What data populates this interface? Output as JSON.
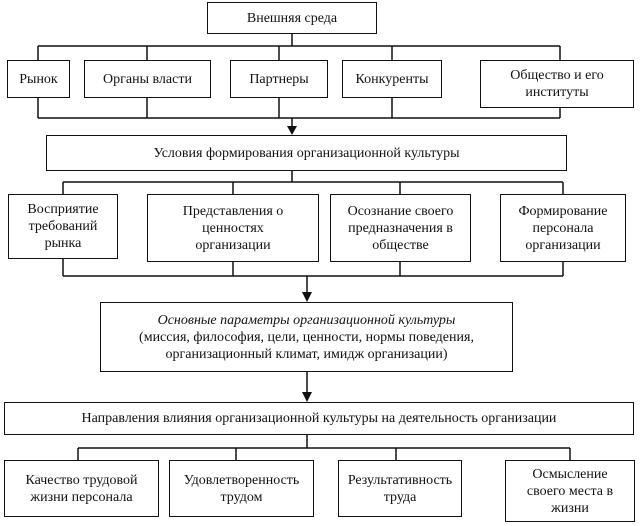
{
  "top": {
    "label": "Внешняя среда"
  },
  "environment": [
    {
      "id": "market",
      "label": "Рынок"
    },
    {
      "id": "authorities",
      "label": "Органы власти"
    },
    {
      "id": "partners",
      "label": "Партнеры"
    },
    {
      "id": "competitors",
      "label": "Конкуренты"
    },
    {
      "id": "society",
      "label": "Общество и его институты"
    }
  ],
  "conditions": {
    "label": "Условия формирования организационной культуры"
  },
  "formation": [
    {
      "id": "perception",
      "label": "Восприятие требований рынка"
    },
    {
      "id": "values",
      "label": "Представления о ценностях организации"
    },
    {
      "id": "purpose",
      "label": "Осознание своего предназначения в обществе"
    },
    {
      "id": "personnel",
      "label": "Формирование персонала организации"
    }
  ],
  "parameters": {
    "title": "Основные параметры организационной культуры",
    "details": "(миссия, философия, цели, ценности, нормы поведения, организационный климат, имидж организации)"
  },
  "directions": {
    "label": "Направления влияния организационной культуры на деятельность организации"
  },
  "outcomes": [
    {
      "id": "quality",
      "label": "Качество трудовой жизни персонала"
    },
    {
      "id": "satisfaction",
      "label": "Удовлетворенность трудом"
    },
    {
      "id": "effectiveness",
      "label": "Результативность труда"
    },
    {
      "id": "meaning",
      "label": "Осмысление своего места в жизни"
    }
  ]
}
